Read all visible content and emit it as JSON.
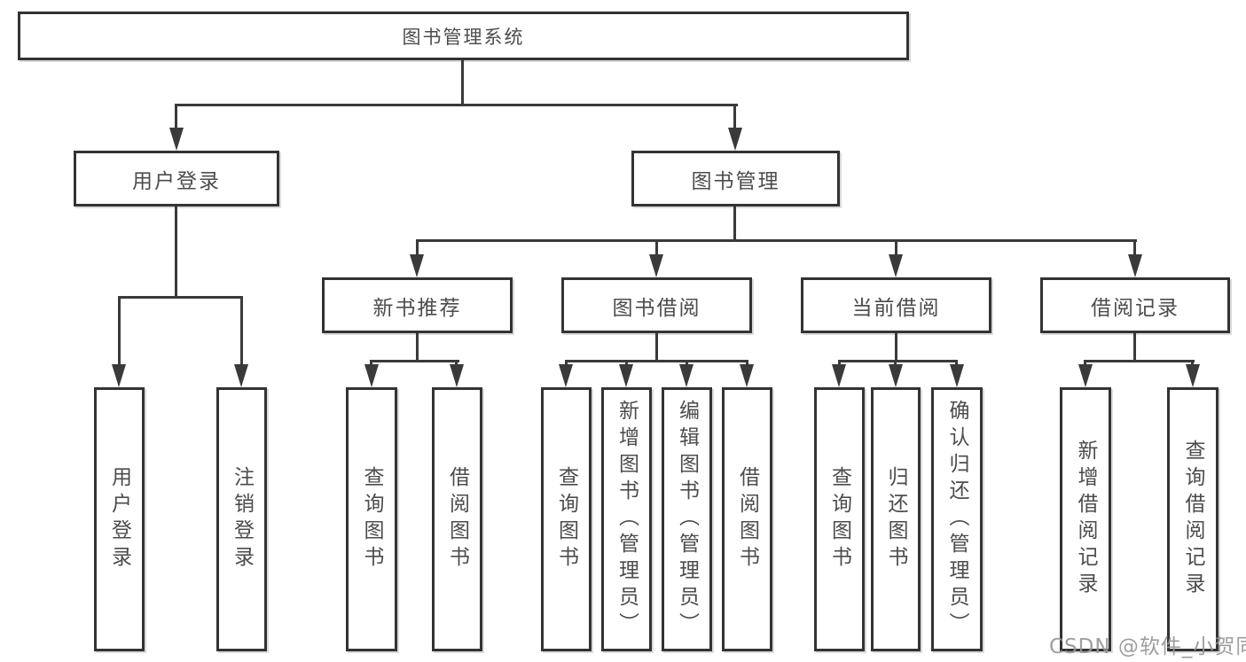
{
  "diagram": {
    "root": {
      "label": "图书管理系统"
    },
    "level2": {
      "user_login": {
        "label": "用户登录"
      },
      "book_management": {
        "label": "图书管理"
      }
    },
    "level3": {
      "new_book_recommend": {
        "label": "新书推荐"
      },
      "book_borrow": {
        "label": "图书借阅"
      },
      "current_borrow": {
        "label": "当前借阅"
      },
      "borrow_record": {
        "label": "借阅记录"
      }
    },
    "leaves": {
      "user_login": [
        "用户登录",
        "注销登录"
      ],
      "new_book_recommend": [
        "查询图书",
        "借阅图书"
      ],
      "book_borrow": [
        "查询图书",
        "新增图书（管理员）",
        "编辑图书（管理员）",
        "借阅图书"
      ],
      "current_borrow": [
        "查询图书",
        "归还图书",
        "确认归还（管理员）"
      ],
      "borrow_record": [
        "新增借阅记录",
        "查询借阅记录"
      ]
    }
  },
  "watermark": "CSDN @软件_小贺同学",
  "colors": {
    "line": "#3a3a3a",
    "box_border": "#333333",
    "text": "#4c4c4c",
    "watermark": "#969696",
    "background": "#ffffff"
  }
}
